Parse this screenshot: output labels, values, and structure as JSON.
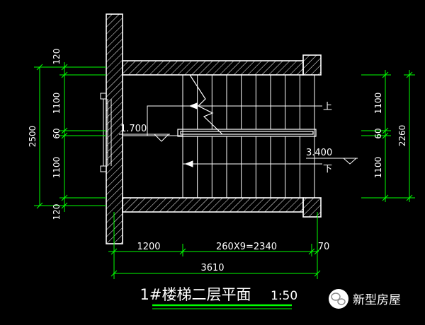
{
  "title": "1#楼梯二层平面",
  "scale": "1:50",
  "watermark": "新型房屋",
  "colors": {
    "background": "#000000",
    "wall": "#ffffff",
    "hatch": "#ffffff",
    "dimension": "#00ff00",
    "text": "#ffffff",
    "title_underline": "#00ff00",
    "watermark_badge": "#ffffff"
  },
  "labels": {
    "up": "上",
    "down": "下",
    "level_landing": "1.700",
    "level_floor": "3.400"
  },
  "dimensions": {
    "left": {
      "total": "2500",
      "top": "120",
      "upper": "1100",
      "middle": "60",
      "lower": "1100",
      "bottom": "120"
    },
    "right": {
      "total": "2260",
      "upper": "1100",
      "middle": "60",
      "lower": "1100"
    },
    "bottom": {
      "landing": "1200",
      "treads": "260X9=2340",
      "end": "70",
      "total": "3610"
    }
  }
}
